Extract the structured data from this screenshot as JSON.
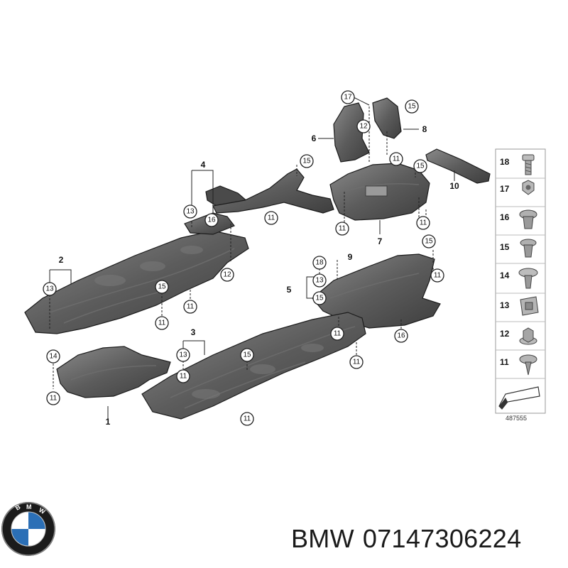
{
  "diagram": {
    "reference_number": "487555",
    "part_labels": [
      "1",
      "2",
      "3",
      "4",
      "5",
      "6",
      "7",
      "8",
      "9",
      "10"
    ],
    "callouts": [
      "11",
      "12",
      "13",
      "14",
      "15",
      "16",
      "17",
      "18"
    ]
  },
  "legend": {
    "items": [
      {
        "number": "18",
        "icon": "bolt-icon"
      },
      {
        "number": "17",
        "icon": "hex-nut-icon"
      },
      {
        "number": "16",
        "icon": "plastic-rivet-icon"
      },
      {
        "number": "15",
        "icon": "expansion-rivet-icon"
      },
      {
        "number": "14",
        "icon": "screw-clip-icon"
      },
      {
        "number": "13",
        "icon": "clip-nut-icon"
      },
      {
        "number": "12",
        "icon": "collar-nut-icon"
      },
      {
        "number": "11",
        "icon": "pan-screw-icon"
      }
    ],
    "last_icon": "arrow-wedge-icon"
  },
  "caption": {
    "brand": "BMW",
    "part_number": "07147306224"
  },
  "logo": {
    "text": "BMW",
    "colors": {
      "blue": "#2b6fb6",
      "ring": "#1b1b1b",
      "white": "#ffffff"
    }
  }
}
